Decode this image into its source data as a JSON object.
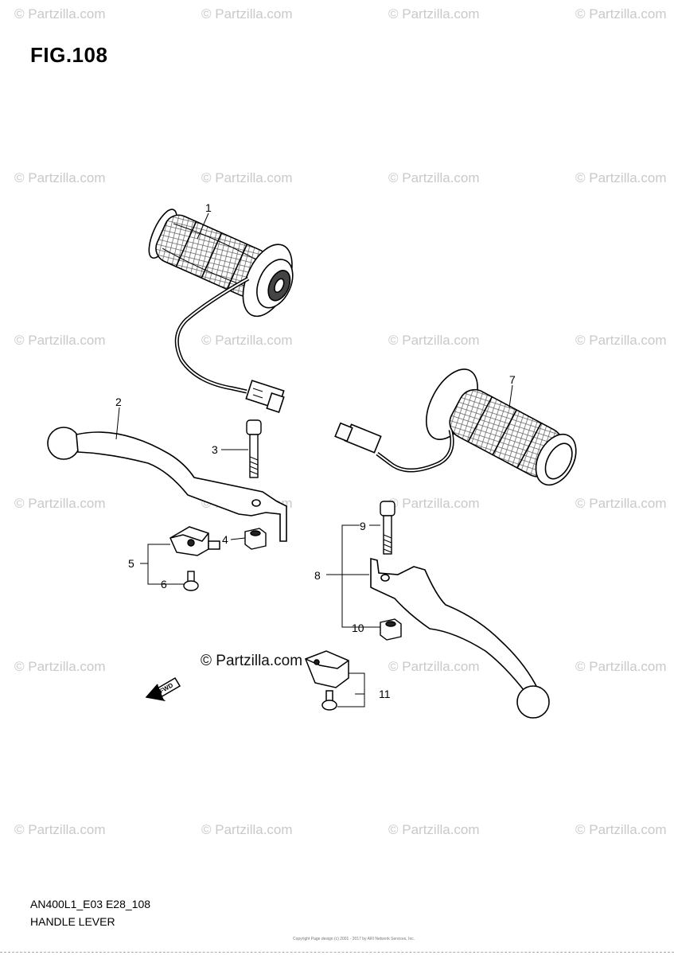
{
  "figure": {
    "title": "FIG.108",
    "model_code": "AN400L1_E03 E28_108",
    "name": "HANDLE LEVER",
    "copyright": "Copyright Page design (c) 2001 - 2017 by ARI Network Services, Inc."
  },
  "watermark": {
    "text": "© Partzilla.com",
    "center_text": "© Partzilla.com"
  },
  "callouts": [
    {
      "id": "1",
      "label": "1"
    },
    {
      "id": "2",
      "label": "2"
    },
    {
      "id": "3",
      "label": "3"
    },
    {
      "id": "4",
      "label": "4"
    },
    {
      "id": "5",
      "label": "5"
    },
    {
      "id": "6",
      "label": "6"
    },
    {
      "id": "7",
      "label": "7"
    },
    {
      "id": "8",
      "label": "8"
    },
    {
      "id": "9",
      "label": "9"
    },
    {
      "id": "10",
      "label": "10"
    },
    {
      "id": "11",
      "label": "11"
    }
  ],
  "fwd_arrow_label": "FWD",
  "icons": {
    "grip": "handle-grip-icon",
    "lever": "lever-icon",
    "bolt": "bolt-icon",
    "nut": "nut-icon",
    "switch": "brake-switch-icon",
    "screw": "screw-icon",
    "arrow": "forward-arrow-icon"
  }
}
